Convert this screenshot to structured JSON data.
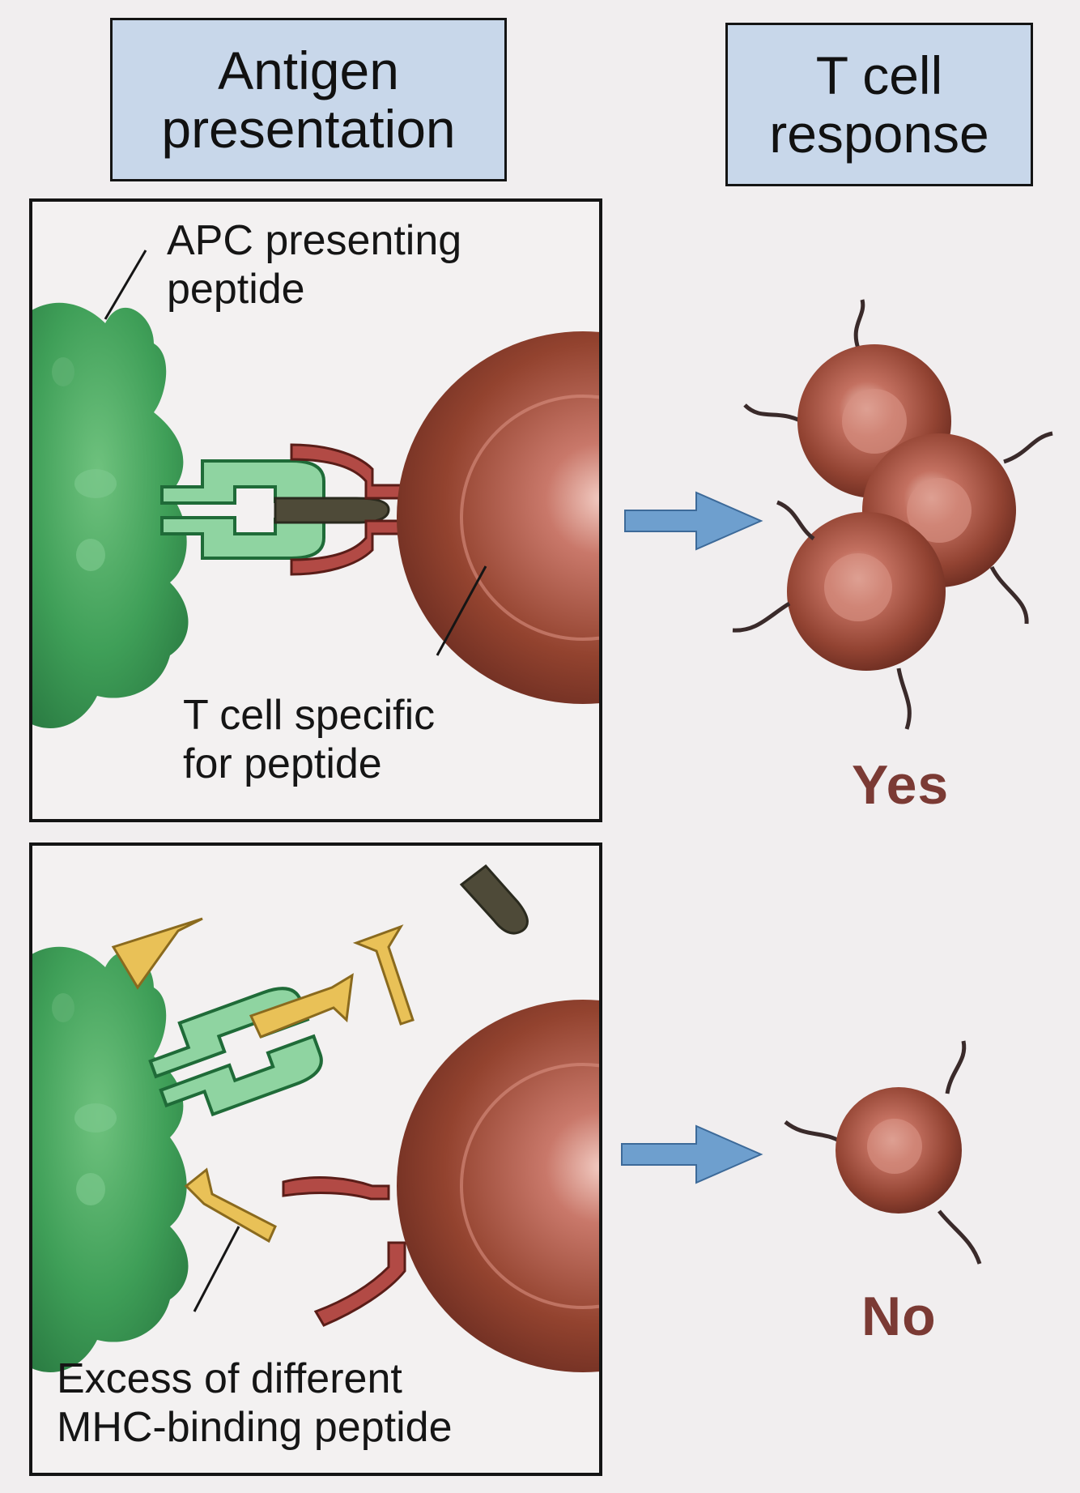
{
  "headers": {
    "left": "Antigen\npresentation",
    "right": "T cell\nresponse"
  },
  "panel_top": {
    "label_apc": "APC presenting\npeptide",
    "label_tcell": "T cell specific\nfor peptide",
    "response": "Yes"
  },
  "panel_bottom": {
    "label_excess": "Excess of different\nMHC-binding peptide",
    "response": "No"
  },
  "colors": {
    "apc_green": "#3e9e57",
    "tcell_brown": "#8e3b2e",
    "peptide_yellow": "#e9c157",
    "arrow_blue": "#6e9fce",
    "header_blue": "#c8d7ea"
  }
}
